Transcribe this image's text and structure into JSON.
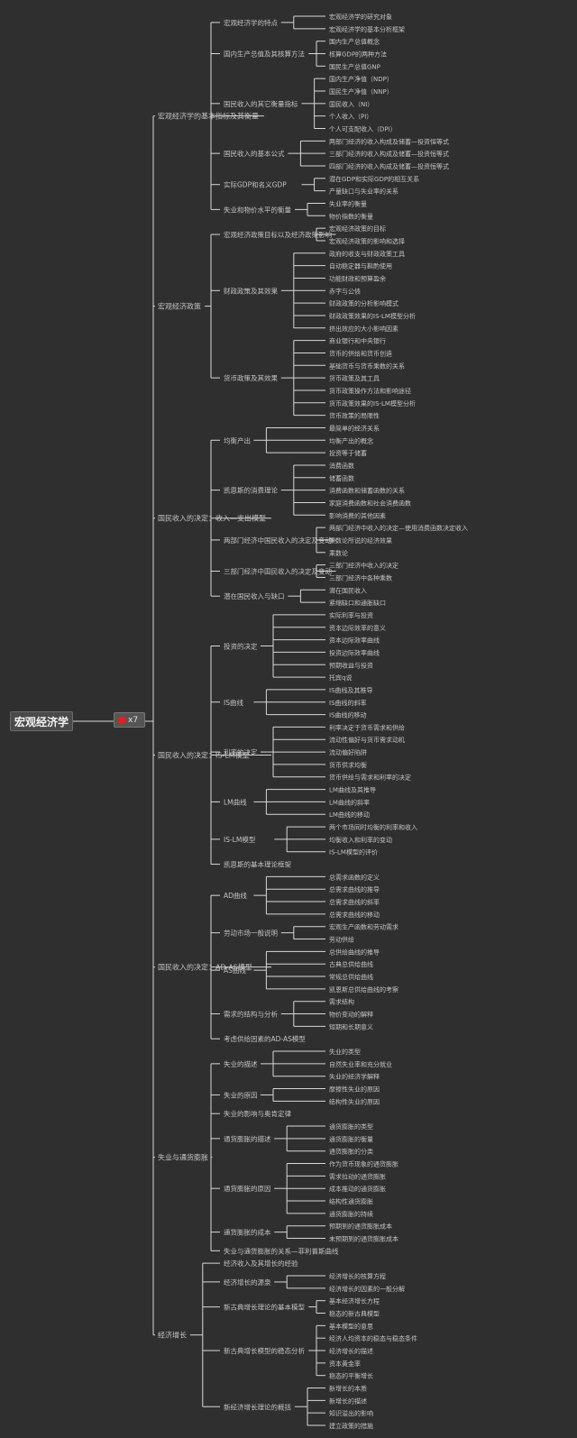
{
  "root": {
    "label": "宏观经济学",
    "child_count": "x7"
  },
  "colors": {
    "background": "#2f2f2f",
    "line": "#d8d8d8",
    "text": "#c4c4c4",
    "badge": "#e02020"
  },
  "tree": [
    {
      "label": "宏观经济学的基本指标及其衡量",
      "children": [
        {
          "label": "宏观经济学的特点",
          "children": [
            {
              "label": "宏观经济学的研究对象"
            },
            {
              "label": "宏观经济学的基本分析框架"
            }
          ]
        },
        {
          "label": "国内生产总值及其核算方法",
          "children": [
            {
              "label": "国内生产总值概念"
            },
            {
              "label": "核算GDP的两种方法"
            },
            {
              "label": "国民生产总值GNP"
            }
          ]
        },
        {
          "label": "国民收入的其它衡量指标",
          "children": [
            {
              "label": "国内生产净值（NDP）"
            },
            {
              "label": "国民生产净值（NNP）"
            },
            {
              "label": "国民收入（NI）"
            },
            {
              "label": "个人收入（PI）"
            },
            {
              "label": "个人可支配收入（DPI）"
            }
          ]
        },
        {
          "label": "国民收入的基本公式",
          "children": [
            {
              "label": "两部门经济的收入构成及储蓄—投资恒等式"
            },
            {
              "label": "三部门经济的收入构成及储蓄—投资恒等式"
            },
            {
              "label": "四部门经济的收入构成及储蓄—投资恒等式"
            }
          ]
        },
        {
          "label": "实际GDP和名义GDP",
          "children": [
            {
              "label": "潜在GDP和实际GDP的相互关系"
            },
            {
              "label": "产量缺口与失业率的关系"
            }
          ]
        },
        {
          "label": "失业和物价水平的衡量",
          "children": [
            {
              "label": "失业率的衡量"
            },
            {
              "label": "物价指数的衡量"
            }
          ]
        }
      ]
    },
    {
      "label": "宏观经济政策",
      "children": [
        {
          "label": "宏观经济政策目标以及经济政策影响",
          "children": [
            {
              "label": "宏观经济政策的目标"
            },
            {
              "label": "宏观经济政策的影响和选择"
            }
          ]
        },
        {
          "label": "财政政策及其效果",
          "children": [
            {
              "label": "政府的收支与财政政策工具"
            },
            {
              "label": "自动稳定器与斟酌使用"
            },
            {
              "label": "功能财政和预算盈余"
            },
            {
              "label": "赤字与公债"
            },
            {
              "label": "财政政策的分析影响模式"
            },
            {
              "label": "财政政策效果的IS-LM模型分析"
            },
            {
              "label": "挤出效应的大小影响因素"
            }
          ]
        },
        {
          "label": "货币政策及其效果",
          "children": [
            {
              "label": "商业银行和中央银行"
            },
            {
              "label": "货币的供给和货币创造"
            },
            {
              "label": "基础货币与货币乘数的关系"
            },
            {
              "label": "货币政策及其工具"
            },
            {
              "label": "货币政策操作方法和影响途径"
            },
            {
              "label": "货币政策效果的IS-LM模型分析"
            },
            {
              "label": "货币政策的局限性"
            }
          ]
        }
      ]
    },
    {
      "label": "国民收入的决定：收入—支出模型",
      "children": [
        {
          "label": "均衡产出",
          "children": [
            {
              "label": "最简单的经济关系"
            },
            {
              "label": "均衡产出的概念"
            },
            {
              "label": "投资等于储蓄"
            }
          ]
        },
        {
          "label": "凯恩斯的消费理论",
          "children": [
            {
              "label": "消费函数"
            },
            {
              "label": "储蓄函数"
            },
            {
              "label": "消费函数和储蓄函数的关系"
            },
            {
              "label": "家庭消费函数和社会消费函数"
            },
            {
              "label": "影响消费的其他因素"
            }
          ]
        },
        {
          "label": "两部门经济中国民收入的决定及变动",
          "children": [
            {
              "label": "两部门经济中收入的决定—使用消费函数决定收入"
            },
            {
              "label": "乘数论所说的经济效果"
            },
            {
              "label": "乘数论"
            }
          ]
        },
        {
          "label": "三部门经济中国民收入的决定及变动",
          "children": [
            {
              "label": "三部门经济中收入的决定"
            },
            {
              "label": "三部门经济中各种乘数"
            }
          ]
        },
        {
          "label": "潜在国民收入与缺口",
          "children": [
            {
              "label": "潜在国民收入"
            },
            {
              "label": "紧缩缺口和通胀缺口"
            }
          ]
        }
      ]
    },
    {
      "label": "国民收入的决定：IS-LM模型",
      "children": [
        {
          "label": "投资的决定",
          "children": [
            {
              "label": "实际利率与投资"
            },
            {
              "label": "资本边际效率的意义"
            },
            {
              "label": "资本边际效率曲线"
            },
            {
              "label": "投资边际效率曲线"
            },
            {
              "label": "预期收益与投资"
            },
            {
              "label": "托宾q说"
            }
          ]
        },
        {
          "label": "IS曲线",
          "children": [
            {
              "label": "IS曲线及其推导"
            },
            {
              "label": "IS曲线的斜率"
            },
            {
              "label": "IS曲线的移动"
            }
          ]
        },
        {
          "label": "利率的决定",
          "children": [
            {
              "label": "利率决定于货币需求和供给"
            },
            {
              "label": "流动性偏好与货币需求动机"
            },
            {
              "label": "流动偏好陷阱"
            },
            {
              "label": "货币供求均衡"
            },
            {
              "label": "货币供给与需求和利率的决定"
            }
          ]
        },
        {
          "label": "LM曲线",
          "children": [
            {
              "label": "LM曲线及其推导"
            },
            {
              "label": "LM曲线的斜率"
            },
            {
              "label": "LM曲线的移动"
            }
          ]
        },
        {
          "label": "IS-LM模型",
          "children": [
            {
              "label": "两个市场同时均衡的利率和收入"
            },
            {
              "label": "均衡收入和利率的变动"
            },
            {
              "label": "IS-LM模型的评价"
            }
          ]
        },
        {
          "label": "凯恩斯的基本理论框架"
        }
      ]
    },
    {
      "label": "国民收入的决定：AD-AS模型",
      "children": [
        {
          "label": "AD曲线",
          "children": [
            {
              "label": "总需求函数的定义"
            },
            {
              "label": "总需求曲线的推导"
            },
            {
              "label": "总需求曲线的斜率"
            },
            {
              "label": "总需求曲线的移动"
            }
          ]
        },
        {
          "label": "劳动市场一般说明",
          "children": [
            {
              "label": "宏观生产函数和劳动需求"
            },
            {
              "label": "劳动供给"
            }
          ]
        },
        {
          "label": "AS曲线",
          "children": [
            {
              "label": "总供给曲线的推导"
            },
            {
              "label": "古典总供给曲线"
            },
            {
              "label": "常规总供给曲线"
            },
            {
              "label": "凯恩斯总供给曲线的考察"
            }
          ]
        },
        {
          "label": "需求的结构与分析",
          "children": [
            {
              "label": "需求结构"
            },
            {
              "label": "物价变动的解释"
            },
            {
              "label": "短期和长期意义"
            }
          ]
        },
        {
          "label": "考虑供给因素的AD-AS模型"
        }
      ]
    },
    {
      "label": "失业与通货膨胀",
      "children": [
        {
          "label": "失业的描述",
          "children": [
            {
              "label": "失业的类型"
            },
            {
              "label": "自然失业率和充分就业"
            },
            {
              "label": "失业的经济学解释"
            }
          ]
        },
        {
          "label": "失业的原因",
          "children": [
            {
              "label": "摩擦性失业的原因"
            },
            {
              "label": "结构性失业的原因"
            }
          ]
        },
        {
          "label": "失业的影响与奥肯定律"
        },
        {
          "label": "通货膨胀的描述",
          "children": [
            {
              "label": "通货膨胀的类型"
            },
            {
              "label": "通货膨胀的衡量"
            },
            {
              "label": "通货膨胀的分类"
            }
          ]
        },
        {
          "label": "通货膨胀的原因",
          "children": [
            {
              "label": "作为货币现象的通货膨胀"
            },
            {
              "label": "需求拉动的通货膨胀"
            },
            {
              "label": "成本推动的通货膨胀"
            },
            {
              "label": "结构性通货膨胀"
            },
            {
              "label": "通货膨胀的持续"
            }
          ]
        },
        {
          "label": "通货膨胀的成本",
          "children": [
            {
              "label": "预期到的通货膨胀成本"
            },
            {
              "label": "未预期到的通货膨胀成本"
            }
          ]
        },
        {
          "label": "失业与通货膨胀的关系—菲利普斯曲线"
        }
      ]
    },
    {
      "label": "经济增长",
      "children": [
        {
          "label": "经济收入及其增长的经验"
        },
        {
          "label": "经济增长的源泉",
          "children": [
            {
              "label": "经济增长的核算方程"
            },
            {
              "label": "经济增长的因素的一般分解"
            }
          ]
        },
        {
          "label": "新古典增长理论的基本模型",
          "children": [
            {
              "label": "基本经济增长方程"
            },
            {
              "label": "稳态的新古典模型"
            }
          ]
        },
        {
          "label": "新古典增长模型的稳态分析",
          "children": [
            {
              "label": "基本模型的意思"
            },
            {
              "label": "经济人均资本的稳态与稳态条件"
            },
            {
              "label": "经济增长的描述"
            },
            {
              "label": "资本黄金率"
            },
            {
              "label": "稳态的平衡增长"
            }
          ]
        },
        {
          "label": "新经济增长理论的概括",
          "children": [
            {
              "label": "新增长的本质"
            },
            {
              "label": "新增长的描述"
            },
            {
              "label": "知识溢出的影响"
            },
            {
              "label": "建立政策的措施"
            }
          ]
        }
      ]
    }
  ]
}
